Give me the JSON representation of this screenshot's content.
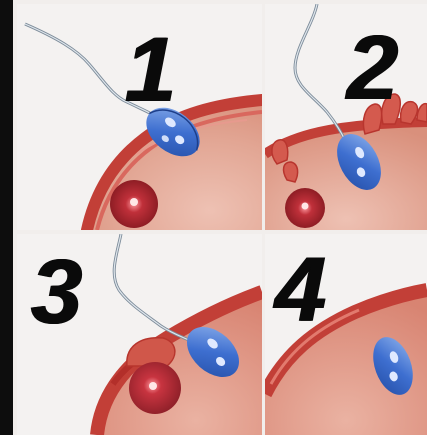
{
  "steps": [
    {
      "number": "1"
    },
    {
      "number": "2"
    },
    {
      "number": "3"
    },
    {
      "number": "4"
    }
  ],
  "colors": {
    "egg_membrane": "#c94a3f",
    "egg_cytoplasm": "#e8b0a0",
    "sperm_head": "#3d6cc8",
    "nucleus": "#a8222a",
    "tail": "#8a9aa8"
  }
}
